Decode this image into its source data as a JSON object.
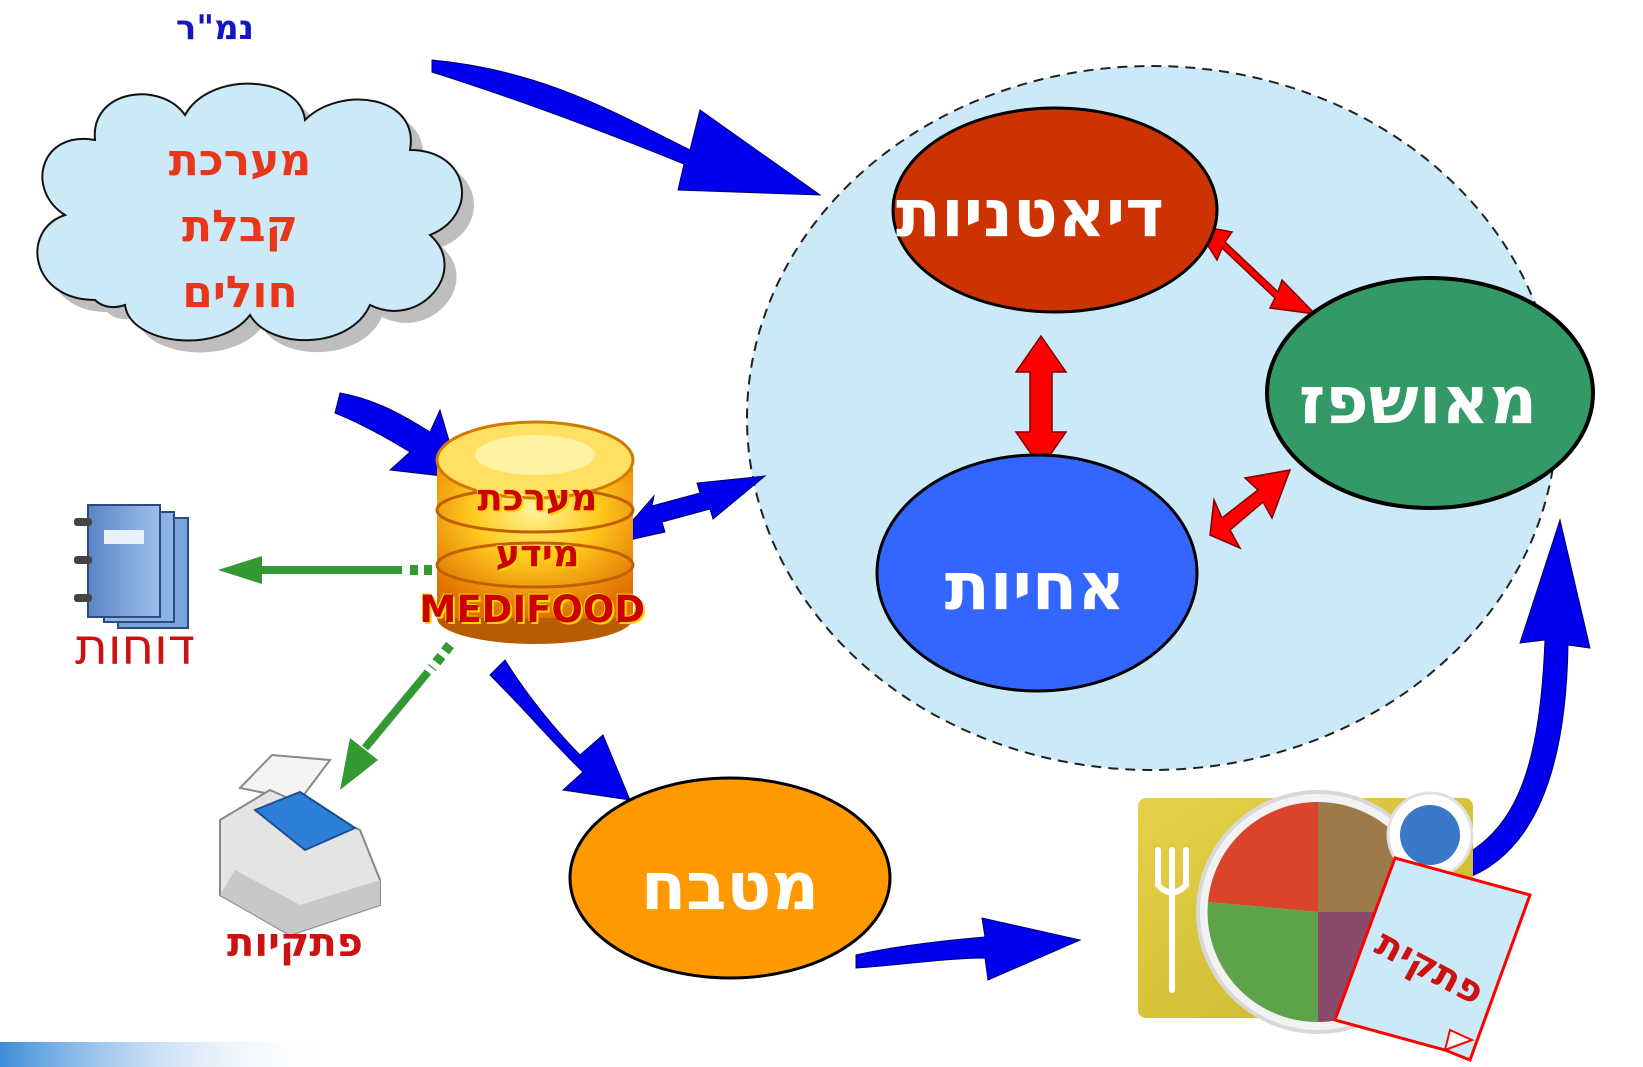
{
  "labels": {
    "nmr": "נמ\"ר",
    "cloud": "מערכת קבלת חולים",
    "dietitians": "דיאטניות",
    "hospitalized": "מאושפז",
    "nurses": "אחיות",
    "kitchen": "מטבח",
    "database": "מערכת מידע MEDIFOOD",
    "reports": "דוחות",
    "tickets": "פתקיות",
    "note": "פתקית"
  },
  "colors": {
    "dietitians": "#cc3300",
    "hospitalized": "#339966",
    "nurses": "#3366ff",
    "kitchen": "#ff9900",
    "cloud_fill": "#cce9f8",
    "ward_fill": "#cce9f8",
    "flow_arrow": "#0000ee",
    "bidirectional_arrow": "#ff0000",
    "output_arrow": "#339933"
  },
  "icons": [
    "binders-icon",
    "printer-icon",
    "meal-tray-icon",
    "database-icon",
    "cloud-icon",
    "note-icon"
  ]
}
